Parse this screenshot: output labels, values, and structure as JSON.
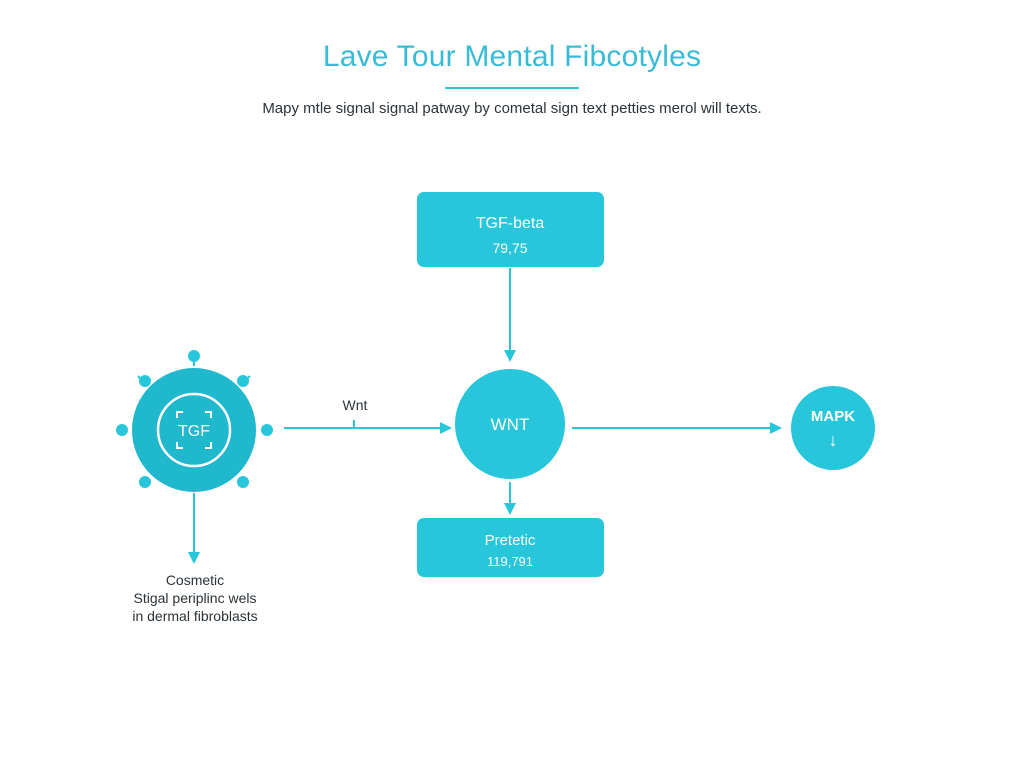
{
  "header": {
    "title": "Lave Tour Mental Fibcotyles",
    "subtitle": "Mapy mtle signal signal patway by cometal sign text petties merol will texts."
  },
  "nodes": {
    "tgf_beta_box": {
      "name": "TGF-beta",
      "value": "79,75"
    },
    "tgf_circle": {
      "label": "TGF"
    },
    "wnt_circle": {
      "label": "WNT"
    },
    "mapk_circle": {
      "label": "MAPK",
      "arrow": "↓"
    },
    "pretetic_box": {
      "name": "Pretetic",
      "value": "119,791"
    }
  },
  "edges": {
    "tgf_to_wnt_label": "Wnt"
  },
  "caption": {
    "line1": "Cosmetic",
    "line2": "Stigal periplinc wels",
    "line3": "in dermal fibroblasts"
  },
  "colors": {
    "accent": "#38bcd6",
    "node_fill": "#27c6da",
    "tgf_ring": "#1fb8cc",
    "text_dark": "#2b3338"
  }
}
